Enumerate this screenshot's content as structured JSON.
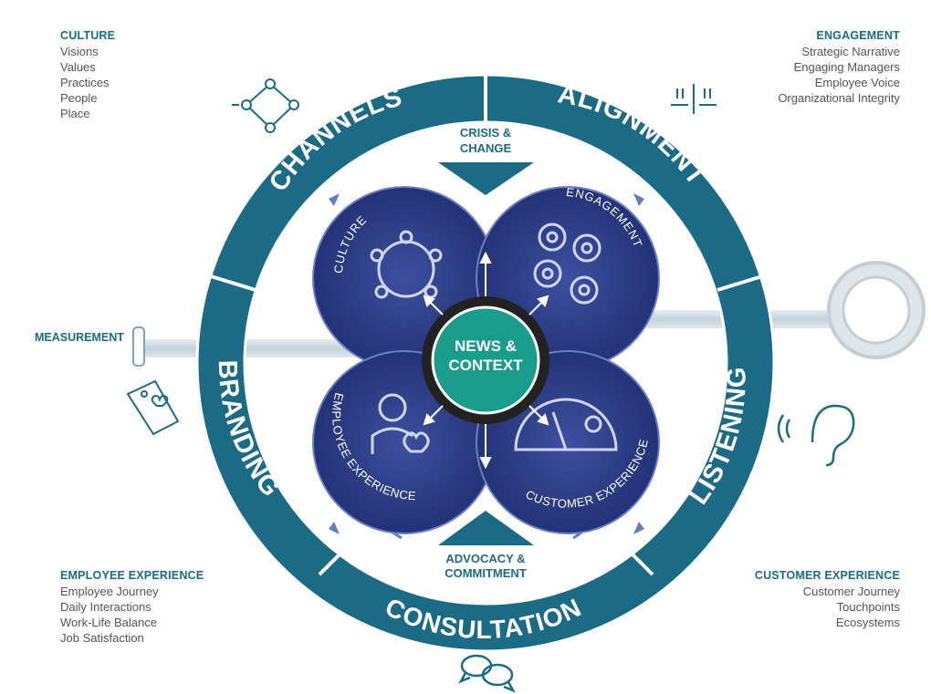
{
  "colors": {
    "ring": "#1b6b87",
    "ring_light": "#3f8fab",
    "petal": "#1e2d6e",
    "petal_light": "#3d4fa0",
    "center": "#1a9c8c",
    "text_blue": "#1a6c87",
    "text_gray": "#555555",
    "pipe": "#c9d6de"
  },
  "corners": {
    "culture": {
      "title": "CULTURE",
      "items": [
        "Visions",
        "Values",
        "Practices",
        "People",
        "Place"
      ]
    },
    "engagement": {
      "title": "ENGAGEMENT",
      "items": [
        "Strategic Narrative",
        "Engaging Managers",
        "Employee Voice",
        "Organizational Integrity"
      ]
    },
    "employee_experience": {
      "title": "EMPLOYEE EXPERIENCE",
      "items": [
        "Employee Journey",
        "Daily Interactions",
        "Work-Life Balance",
        "Job Satisfaction"
      ]
    },
    "customer_experience": {
      "title": "CUSTOMER EXPERIENCE",
      "items": [
        "Customer Journey",
        "Touchpoints",
        "Ecosystems"
      ]
    }
  },
  "ring_labels": {
    "channels": "CHANNELS",
    "alignment": "ALIGNMENT",
    "branding": "BRANDING",
    "listening": "LISTENING",
    "consultation": "CONSULTATION"
  },
  "petals": {
    "culture": "CULTURE",
    "engagement": "ENGAGEMENT",
    "employee_experience": "EMPLOYEE EXPERIENCE",
    "customer_experience": "CUSTOMER EXPERIENCE"
  },
  "center": {
    "line1": "NEWS &",
    "line2": "CONTEXT"
  },
  "crisis": {
    "line1": "CRISIS &",
    "line2": "CHANGE"
  },
  "advocacy": {
    "line1": "ADVOCACY &",
    "line2": "COMMITMENT"
  },
  "measurement": "MEASUREMENT",
  "icons": [
    "diamond-network-icon",
    "alignment-arrows-icon",
    "magnifier-icon",
    "price-tag-icon",
    "ear-icon",
    "speech-bubbles-icon",
    "people-circle-icon",
    "gears-icon",
    "person-heart-icon",
    "speedometer-icon"
  ]
}
